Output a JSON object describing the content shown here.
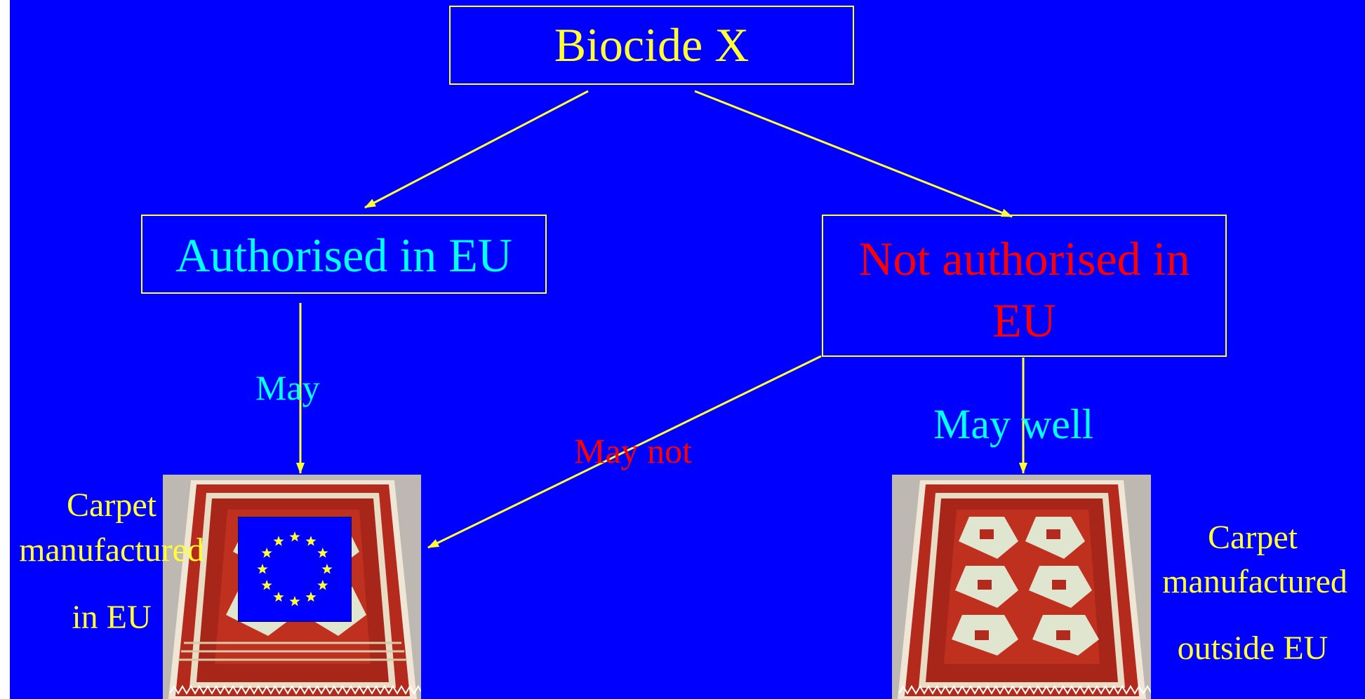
{
  "title": "Biocide X",
  "branches": {
    "authorised": "Authorised in EU",
    "not_authorised": "Not authorised in EU"
  },
  "edge_labels": {
    "may": "May",
    "may_not": "May not",
    "may_well": "May well"
  },
  "outcomes": {
    "eu": [
      "Carpet",
      "manufactured",
      "in EU"
    ],
    "outside": [
      "Carpet",
      "manufactured",
      "outside EU"
    ]
  },
  "icons": {
    "eu_flag": "eu-flag-icon",
    "carpet": "carpet-photo"
  },
  "colors": {
    "background": "#0000fe",
    "box_border": "#ffff33",
    "title_text": "#ffff33",
    "authorised_text": "#00ffff",
    "not_authorised_text": "#ff0000",
    "arrow": "#ffff33",
    "may_text": "#00ffff",
    "may_not_text": "#ff0000",
    "may_well_text": "#00ffff",
    "outcome_text": "#ffff33"
  }
}
